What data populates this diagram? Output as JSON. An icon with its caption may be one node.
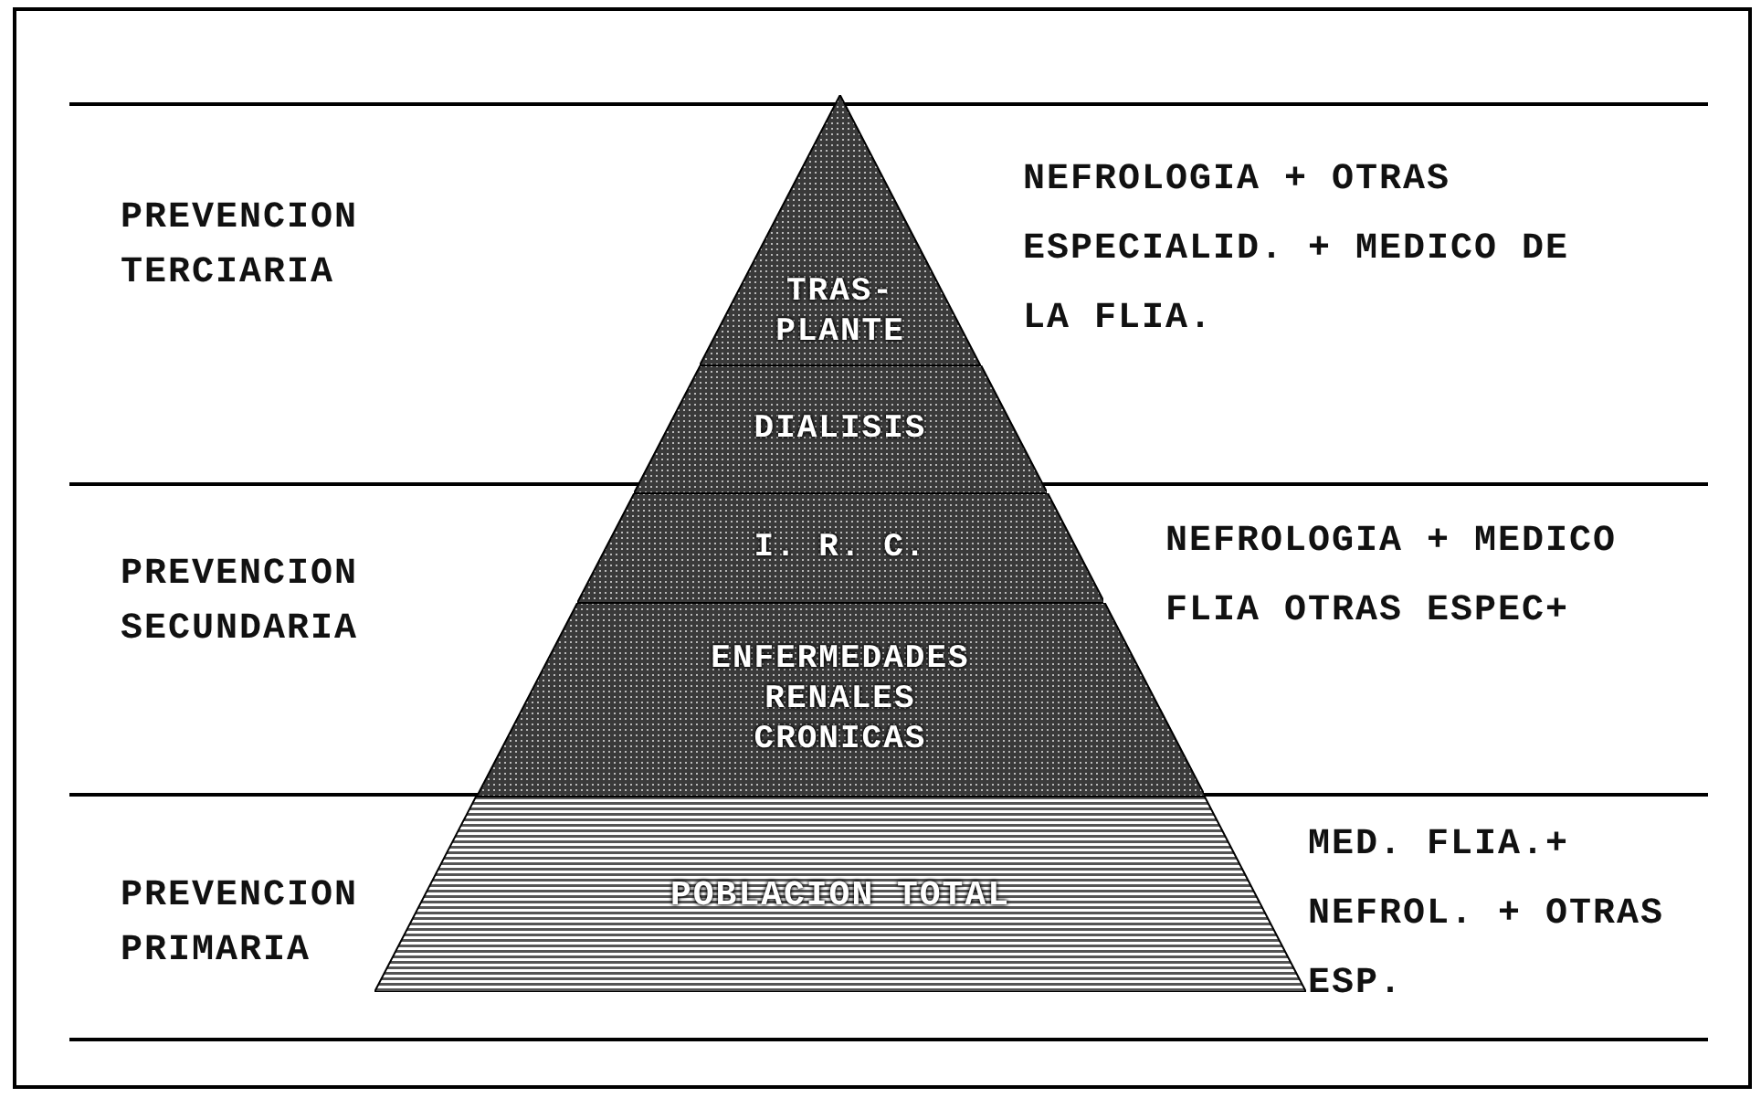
{
  "diagram": {
    "nodes": [
      {
        "text": [
          "TRAS- PLANTE"
        ]
      },
      {
        "text": [
          "DIALISIS"
        ]
      },
      {
        "text": [
          "I. R. C."
        ]
      },
      {
        "text": [
          "ENFERMEDADES RENALES CRONICAS"
        ]
      },
      {
        "text": [
          "POBLACION TOTAL"
        ]
      }
    ],
    "edges": [],
    "labels": [
      "PREVENCION TERCIARIA",
      "NEFROLOGIA + OTRAS ESPECIALID. + MEDICO DE LA FLIA.",
      "NEFROLOGIA + MEDICO FLIA OTRAS ESPEC+",
      "PREVENCION SECUNDARIA",
      "PREVENCION PRIMARIA",
      "MED. FLIA.+ NEFROL. + OTRAS ESP."
    ]
  }
}
